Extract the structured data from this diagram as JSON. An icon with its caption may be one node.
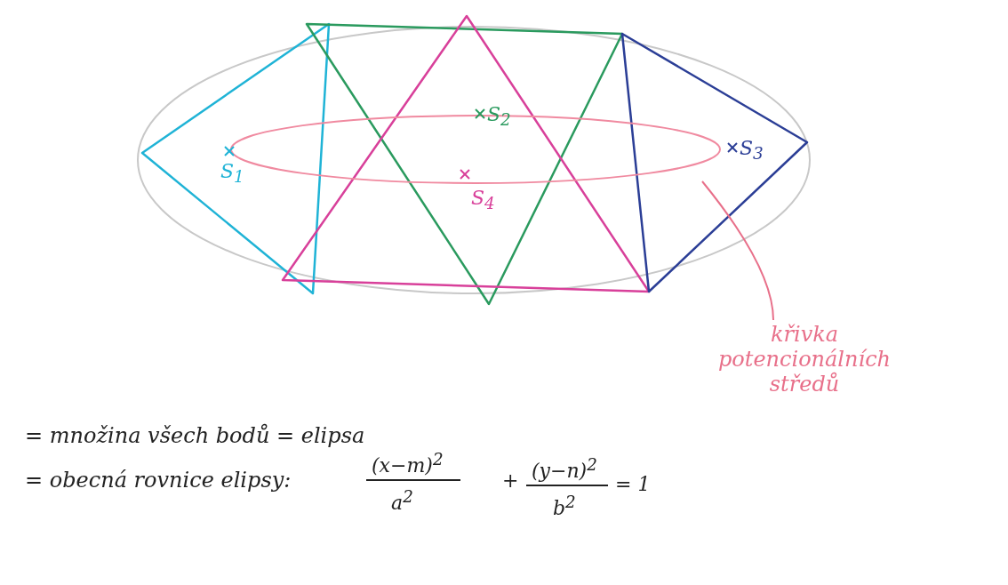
{
  "diagram": {
    "nodes": [
      {
        "text": [
          "křivka potencionálních středů"
        ]
      },
      {
        "text": [],
        "shape": "ellipse"
      }
    ],
    "edges": [
      {
        "from": 0,
        "to": 1,
        "arrow": "none"
      }
    ],
    "labels": [
      "S$_{2}$",
      "S$_{1}$",
      "S$_{4}$",
      "S$_{3}$",
      "= množina všech bodů = elipsa",
      "= obecná rovnice elipsy:",
      "(x−m)$^{2}$",
      "a$^{2}$",
      "+",
      "(y−n)$^{2}$",
      "b$^{2}$",
      "= 1"
    ]
  }
}
